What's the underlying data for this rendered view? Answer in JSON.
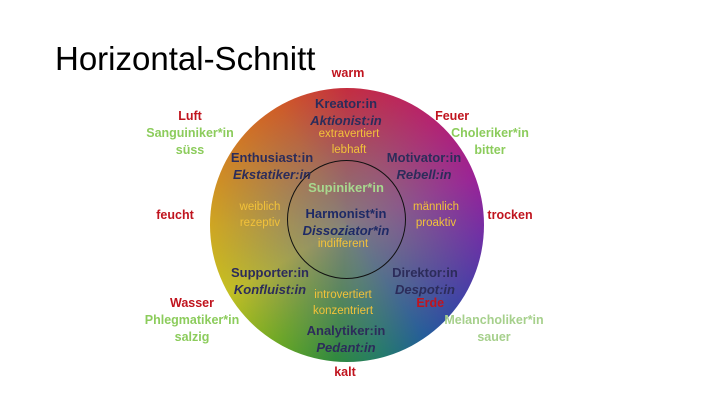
{
  "title": "Horizontal-Schnitt",
  "axes": {
    "top": "warm",
    "bottom": "kalt",
    "left": "feucht",
    "right": "trocken"
  },
  "elements": [
    {
      "element": "Luft",
      "temperament": "Sanguiniker*in",
      "taste": "süss"
    },
    {
      "element": "Feuer",
      "temperament": "Choleriker*in",
      "taste": "bitter"
    },
    {
      "element": "Wasser",
      "temperament": "Phlegmatiker*in",
      "taste": "salzig"
    },
    {
      "element": "Erde",
      "temperament": "Melancholiker*in",
      "taste": "sauer"
    }
  ],
  "roles": {
    "top": {
      "name": "Kreator:in",
      "shadow": "Aktionist:in"
    },
    "upper_left": {
      "name": "Enthusiast:in",
      "shadow": "Ekstatiker:in"
    },
    "upper_right": {
      "name": "Motivator:in",
      "shadow": "Rebell:in"
    },
    "lower_left": {
      "name": "Supporter:in",
      "shadow": "Konfluist:in"
    },
    "lower_right": {
      "name": "Direktor:in",
      "shadow": "Despot:in"
    },
    "bottom": {
      "name": "Analytiker:in",
      "shadow": "Pedant:in"
    }
  },
  "traits": {
    "top": [
      "extravertiert",
      "lebhaft"
    ],
    "left": [
      "weiblich",
      "rezeptiv"
    ],
    "right": [
      "männlich",
      "proaktiv"
    ],
    "bottom": [
      "introvertiert",
      "konzentriert"
    ]
  },
  "center": {
    "temperament": "Supiniker*in",
    "name": "Harmonist*in",
    "shadow": "Dissoziator*in",
    "trait": "indifferent"
  },
  "colors": {
    "red": "#c0141e",
    "green": "#8ccc5c",
    "yellow": "#f2c23a",
    "navy": "#2c2c5a"
  }
}
